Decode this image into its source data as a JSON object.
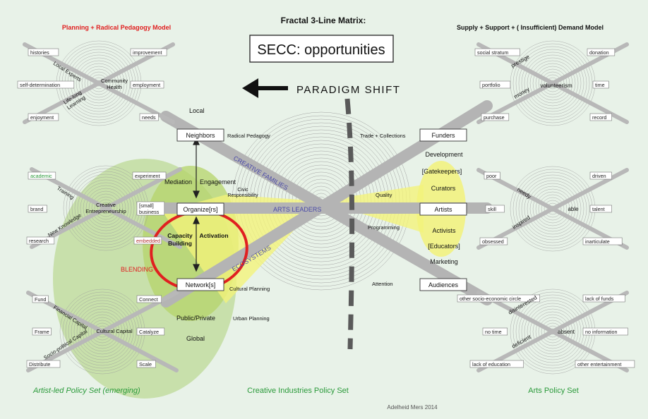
{
  "header": {
    "title": "Fractal 3-Line Matrix:",
    "left_model": "Planning + Radical Pedagogy Model",
    "right_model": "Supply + Support + ( Insufficient) Demand Model",
    "secc_box": "SECC: opportunities",
    "paradigm_shift": "PARADIGM SHIFT"
  },
  "left_top": {
    "center": [
      "Community",
      "Health"
    ],
    "boxes": {
      "histories": "histories",
      "improvement": "improvement",
      "self_determination": "self-determination",
      "employment": "employment",
      "enjoyment": "enjoyment",
      "needs": "needs"
    },
    "diag": {
      "local_experts": "Local Experts",
      "lifelong_1": "Life-long",
      "lifelong_2": "Learning"
    }
  },
  "left_mid": {
    "center": [
      "Creative",
      "Entrepreneurship"
    ],
    "boxes": {
      "academic": "academic",
      "experiment": "experiment",
      "brand": "brand",
      "small_business_1": "[small]",
      "small_business_2": "business",
      "research": "research",
      "embedded": "embedded"
    },
    "diag": {
      "training": "Training",
      "new_knowledge": "New Knowledge"
    }
  },
  "left_bot": {
    "center": [
      "Cultural Capital"
    ],
    "boxes": {
      "fund": "Fund",
      "connect": "Connect",
      "frame": "Frame",
      "catalyze": "Catalyze",
      "distribute": "Distribute",
      "scale": "Scale"
    },
    "diag": {
      "financial_capital": "Financial Capital",
      "socio_political": "Socio-political Capital"
    }
  },
  "right_top": {
    "center": [
      "volunteerism"
    ],
    "boxes": {
      "social_stratum": "social stratum",
      "donation": "donation",
      "portfolio": "portfolio",
      "time": "time",
      "purchase": "purchase",
      "record": "record"
    },
    "diag": {
      "prestige": "prestige",
      "money": "money"
    }
  },
  "right_mid": {
    "center": [
      "able"
    ],
    "boxes": {
      "poor": "poor",
      "driven": "driven",
      "skill": "skill",
      "talent": "talent",
      "obsessed": "obsessed",
      "inarticulate": "inarticulate"
    },
    "diag": {
      "needy": "needy",
      "inspired": "inspired"
    }
  },
  "right_bot": {
    "center": [
      "absent"
    ],
    "boxes": {
      "other_circle": "other socio-economic circle",
      "lack_funds": "lack of funds",
      "no_time": "no time",
      "no_info": "no information",
      "lack_edu": "lack of education",
      "other_ent": "other entertainment"
    },
    "diag": {
      "disinterested": "disinterested",
      "deficient": "deficient"
    }
  },
  "center": {
    "local": "Local",
    "neighbors": "Neighbors",
    "radical_pedagogy": "Radical Pedagogy",
    "mediation": "Mediation",
    "engagement": "Engagement",
    "civic_1": "Civic",
    "civic_2": "Responsibility",
    "organizers": "Organize[rs]",
    "capacity_1": "Capacity",
    "capacity_2": "Building",
    "activation": "Activation",
    "blending": "BLENDING",
    "networks": "Network[s]",
    "cultural_planning": "Cultural Planning",
    "public_private": "Public/Private",
    "urban_planning": "Urban Planning",
    "global": "Global",
    "creative_families": "CREATIVE FAMILIES",
    "arts_leaders": "ARTS LEADERS",
    "ecosystems": "ECOSYSTEMS",
    "trade": "Trade + Collections",
    "quality": "Quality",
    "programming": "Programming",
    "attention": "Attention"
  },
  "right_stack": {
    "funders": "Funders",
    "development": "Development",
    "gatekeepers": "[Gatekeepers]",
    "curators": "Curators",
    "artists": "Artists",
    "activists": "Activists",
    "educators": "[Educators]",
    "marketing": "Marketing",
    "audiences": "Audiences"
  },
  "footer": {
    "artist_led": "Artist-led Policy Set (emerging)",
    "creative_industries": "Creative Industries  Policy Set",
    "arts_policy": "Arts Policy Set",
    "credit": "Adelheid Mers 2014"
  },
  "colors": {
    "background": "#e8f2e8",
    "green_text": "#2a9a3a",
    "red": "#e02020",
    "purple": "#4a4aa8",
    "gray": "#b8b8b8",
    "yellow": "#f4f47a",
    "green_blob": "#c4dea4"
  }
}
